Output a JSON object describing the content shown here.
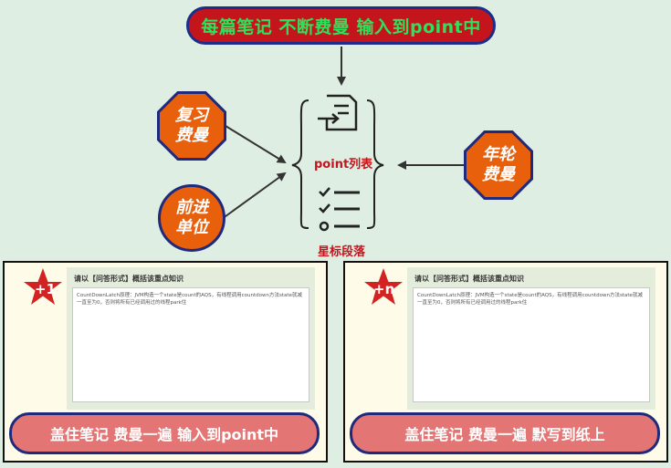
{
  "banner": {
    "text": "每篇笔记 不断费曼 输入到point中"
  },
  "nodes": {
    "review": "复习\n费曼",
    "progress": "前进\n单位",
    "annual": "年轮\n费曼"
  },
  "center": {
    "point_list_label": "point列表",
    "star_label": "星标段落"
  },
  "panels": [
    {
      "badge": "+1",
      "prompt": "请以【问答形式】概括该重点知识",
      "content": "CountDownLatch原理：JVM构造一个state是count的AQS，有线程调用countdown方法state就减一直至为0，否则将所有已经调用过的线程park住",
      "action": "盖住笔记 费曼一遍 输入到point中"
    },
    {
      "badge": "+n",
      "prompt": "请以【问答形式】概括该重点知识",
      "content": "CountDownLatch原理：JVM构造一个state是count的AQS，有线程调用countdown方法state就减一直至为0，否则将所有已经调用过的线程park住",
      "action": "盖住笔记 费曼一遍 默写到纸上"
    }
  ],
  "colors": {
    "banner_bg": "#c4151c",
    "banner_text": "#2fe05a",
    "node_fill": "#e8600c",
    "node_border": "#1f2a7c",
    "pill_bg": "#e37574",
    "star": "#d32222"
  },
  "icons": [
    "input-document-icon",
    "checklist-icon",
    "left-brace-icon",
    "right-brace-icon",
    "star-icon"
  ]
}
